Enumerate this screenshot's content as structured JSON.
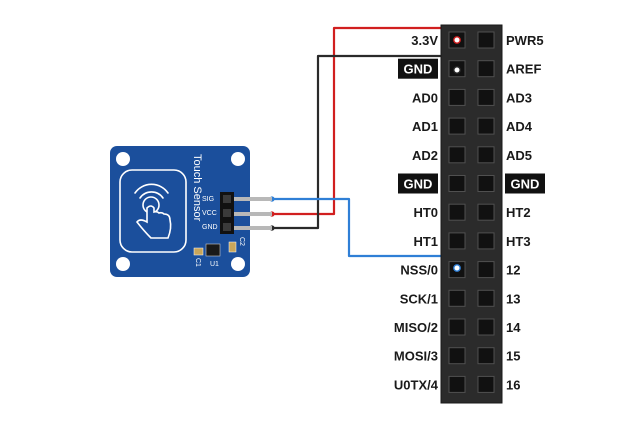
{
  "header": {
    "left_labels": [
      "3.3V",
      "GND",
      "AD0",
      "AD1",
      "AD2",
      "GND",
      "HT0",
      "HT1",
      "NSS/0",
      "SCK/1",
      "MISO/2",
      "MOSI/3",
      "U0TX/4"
    ],
    "right_labels": [
      "PWR5",
      "AREF",
      "AD3",
      "AD4",
      "AD5",
      "GND",
      "HT2",
      "HT3",
      "12",
      "13",
      "14",
      "15",
      "16"
    ],
    "highlighted_left": [
      "GND"
    ],
    "highlighted_right": [
      "GND"
    ]
  },
  "module": {
    "title": "Touch Sensor",
    "pins": [
      "SIG",
      "VCC",
      "GND"
    ],
    "ref_c2": "C2",
    "ref_u1": "U1",
    "ref_c1": "C1",
    "board_color": "#1b4f9c"
  },
  "wires": {
    "power_color": "#d11f1f",
    "ground_color": "#2a2a2a",
    "signal_color": "#2f7fd6"
  }
}
